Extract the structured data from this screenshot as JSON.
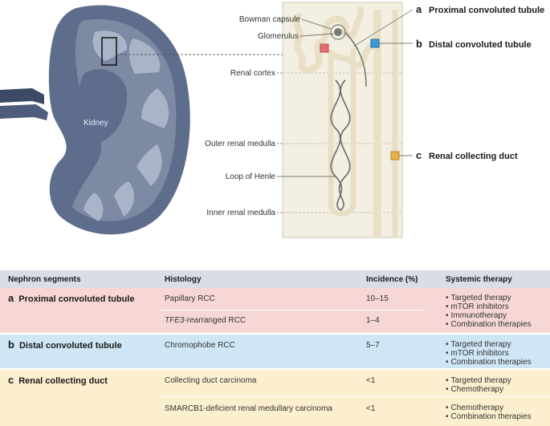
{
  "diagram": {
    "kidney_label": "Kidney",
    "structure_labels": [
      "Bowman capsule",
      "Glomerulus",
      "Renal cortex",
      "Outer renal medulla",
      "Loop of Henle",
      "Inner renal medulla"
    ],
    "segments": [
      {
        "letter": "a",
        "name": "Proximal convoluted tubule",
        "color": "#e07070"
      },
      {
        "letter": "b",
        "name": "Distal convoluted tubule",
        "color": "#3b9ad4"
      },
      {
        "letter": "c",
        "name": "Renal collecting duct",
        "color": "#e6b34a"
      }
    ],
    "colors": {
      "kidney": "#5d6d8b",
      "kidney_light": "#a9b4c8",
      "tissue": "#f3efe2",
      "tubule": "#e8dfc4",
      "loop": "#6a6a6a"
    }
  },
  "table": {
    "headers": [
      "Nephron segments",
      "Histology",
      "Incidence (%)",
      "Systemic therapy"
    ],
    "rows": [
      {
        "letter": "a",
        "segment": "Proximal convoluted tubule",
        "color": "#f6d7d5",
        "histology": [
          {
            "text": "Papillary RCC",
            "incidence": "10–15"
          },
          {
            "text_italic": "TFE3",
            "text": "-rearranged RCC",
            "incidence": "1–4"
          }
        ],
        "therapy": [
          "Targeted therapy",
          "mTOR inhibitors",
          "Immunotherapy",
          "Combination therapies"
        ]
      },
      {
        "letter": "b",
        "segment": "Distal convoluted tubule",
        "color": "#cfe6f4",
        "histology": [
          {
            "text": "Chromophobe RCC",
            "incidence": "5–7"
          }
        ],
        "therapy": [
          "Targeted therapy",
          "mTOR inhibitors",
          "Combination therapies"
        ]
      },
      {
        "letter": "c",
        "segment": "Renal collecting duct",
        "color": "#fcefcf",
        "histology": [
          {
            "text": "Collecting duct carcinoma",
            "incidence": "<1",
            "therapy": [
              "Targeted therapy",
              "Chemotherapy"
            ]
          },
          {
            "text": "SMARCB1-deficient renal medullary carcinoma",
            "incidence": "<1",
            "therapy": [
              "Chemotherapy",
              "Combination therapies"
            ]
          }
        ]
      }
    ]
  }
}
